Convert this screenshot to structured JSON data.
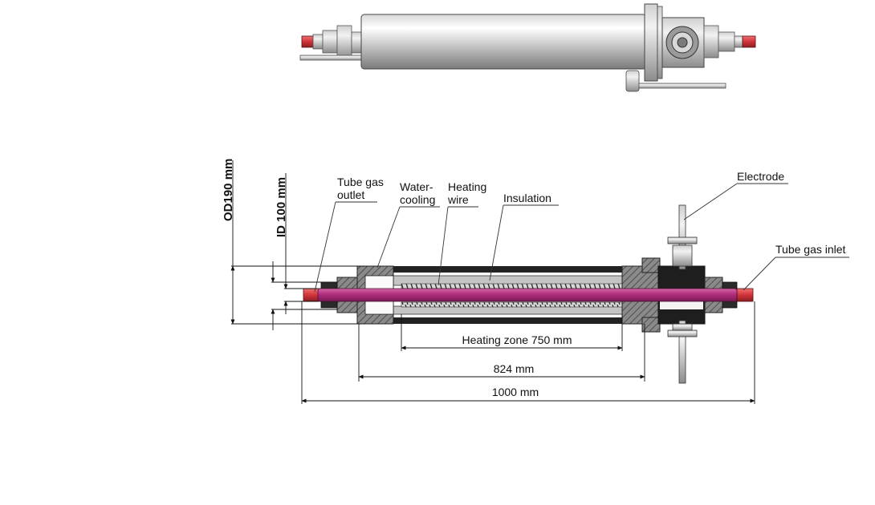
{
  "labels": {
    "tube_gas_outlet_line1": "Tube gas",
    "tube_gas_outlet_line2": "outlet",
    "water_cooling_line1": "Water-",
    "water_cooling_line2": "cooling",
    "heating_wire_line1": "Heating",
    "heating_wire_line2": "wire",
    "insulation": "Insulation",
    "electrode": "Electrode",
    "tube_gas_inlet": "Tube gas inlet"
  },
  "dimensions": {
    "outer_diameter": "OD190 mm",
    "inner_diameter": "ID 100 mm",
    "heating_zone": "Heating zone 750 mm",
    "body_length": "824 mm",
    "total_length": "1000 mm"
  },
  "colors": {
    "quartz_tube": "#b5307f",
    "fitting_red": "#d0343a",
    "hatch_gray": "#6e6e6e",
    "insulation_gray": "#bdbdbd",
    "steel_body": "#9e9e9e"
  }
}
